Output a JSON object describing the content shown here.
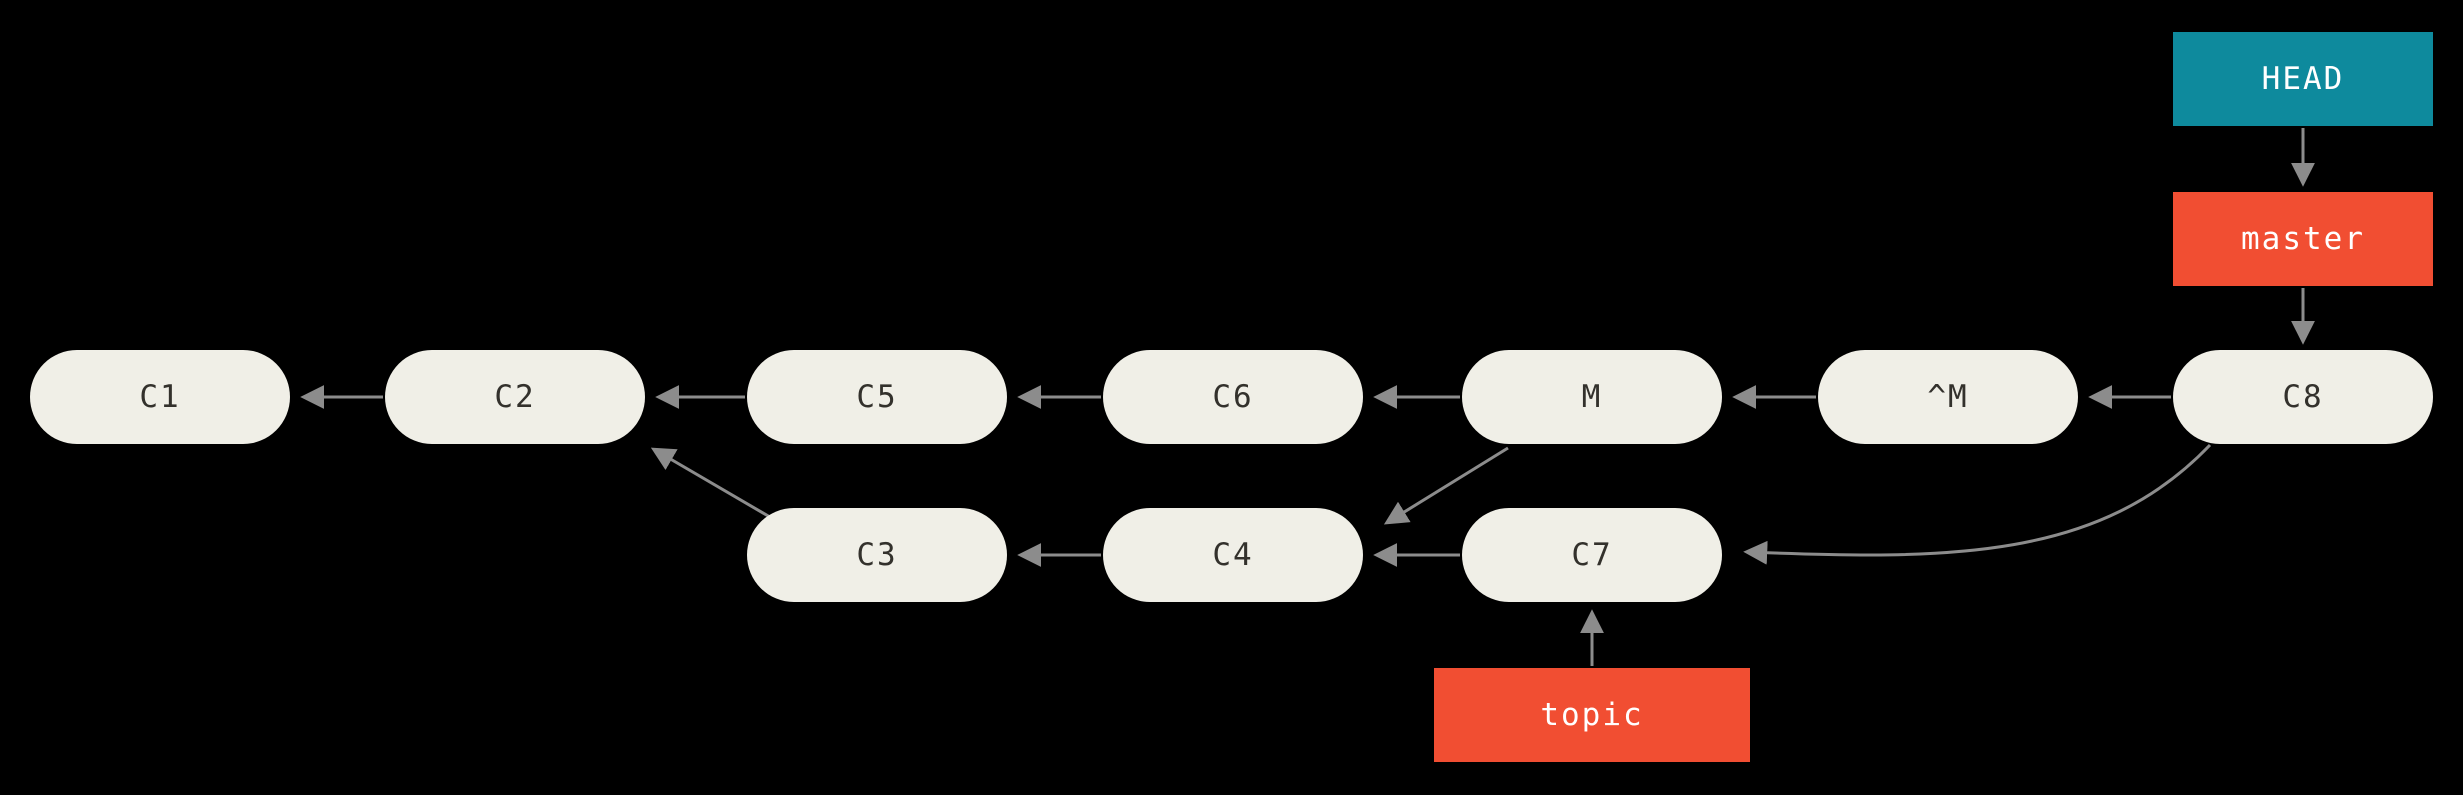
{
  "diagram": {
    "type": "git-commit-graph",
    "colors": {
      "background": "#000000",
      "commit_fill": "#f0efe7",
      "commit_text": "#33312c",
      "head_fill": "#0e8a9d",
      "branch_fill": "#f14e32",
      "label_text": "#ffffff",
      "arrow": "#8c8c8c"
    },
    "commits": [
      {
        "label": "C1",
        "row": "top"
      },
      {
        "label": "C2",
        "row": "top"
      },
      {
        "label": "C5",
        "row": "top"
      },
      {
        "label": "C6",
        "row": "top"
      },
      {
        "label": "M",
        "row": "top"
      },
      {
        "label": "^M",
        "row": "top"
      },
      {
        "label": "C8",
        "row": "top"
      },
      {
        "label": "C3",
        "row": "bottom"
      },
      {
        "label": "C4",
        "row": "bottom"
      },
      {
        "label": "C7",
        "row": "bottom"
      }
    ],
    "refs": [
      {
        "label": "HEAD",
        "type": "head",
        "points_to": "master"
      },
      {
        "label": "master",
        "type": "branch",
        "points_to": "C8"
      },
      {
        "label": "topic",
        "type": "branch",
        "points_to": "C7"
      }
    ],
    "edges": [
      {
        "from": "C2",
        "to": "C1"
      },
      {
        "from": "C5",
        "to": "C2"
      },
      {
        "from": "C6",
        "to": "C5"
      },
      {
        "from": "M",
        "to": "C6"
      },
      {
        "from": "^M",
        "to": "M"
      },
      {
        "from": "C8",
        "to": "^M"
      },
      {
        "from": "C3",
        "to": "C2"
      },
      {
        "from": "C4",
        "to": "C3"
      },
      {
        "from": "C7",
        "to": "C4"
      },
      {
        "from": "M",
        "to": "C4"
      },
      {
        "from": "C8",
        "to": "C7"
      },
      {
        "from": "HEAD",
        "to": "master"
      },
      {
        "from": "master",
        "to": "C8"
      },
      {
        "from": "topic",
        "to": "C7"
      }
    ]
  }
}
